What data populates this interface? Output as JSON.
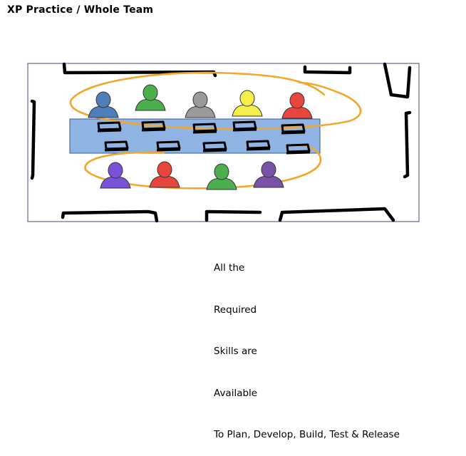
{
  "title": "XP Practice / Whole Team",
  "caption": {
    "lines": [
      "All the",
      "Required",
      "Skills are",
      "Available",
      "To Plan, Develop, Build, Test & Release"
    ]
  },
  "colors": {
    "room_border": "#3a4a7a",
    "table": "#8fb4e3",
    "grouping_loop": "#f2a62b",
    "ink": "#000000",
    "people_top": [
      "#4f7fb8",
      "#4cae4c",
      "#9a9a9a",
      "#f4ee4a",
      "#e8463c"
    ],
    "people_bottom": [
      "#7a52d8",
      "#e8463c",
      "#4cae4c",
      "#7a52a8"
    ]
  },
  "icons": {
    "person": "person-icon",
    "laptop": "laptop-icon"
  }
}
